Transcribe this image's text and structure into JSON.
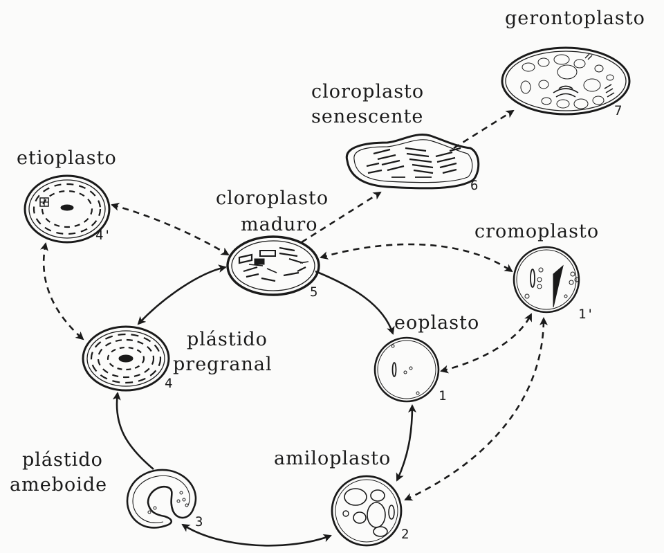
{
  "colors": {
    "ink": "#1a1a1a",
    "paper": "#fbfbfa"
  },
  "labels": {
    "gerontoplasto": "gerontoplasto",
    "cloroplasto_senescente": [
      "cloroplasto",
      "senescente"
    ],
    "etioplasto": "etioplasto",
    "cloroplasto_maduro": [
      "cloroplasto",
      "maduro"
    ],
    "cromoplasto": "cromoplasto",
    "eoplasto": "eoplasto",
    "plastido_pregranal": [
      "plástido",
      "pregranal"
    ],
    "plastido_ameboide": [
      "plástido",
      "ameboide"
    ],
    "amiloplasto": "amiloplasto"
  },
  "numbers": {
    "gerontoplasto": "7",
    "cloroplasto_senescente": "6",
    "etioplasto": "4'",
    "cloroplasto_maduro": "5",
    "cromoplasto": "1'",
    "eoplasto": "1",
    "plastido_pregranal": "4",
    "plastido_ameboide": "3",
    "amiloplasto": "2"
  }
}
